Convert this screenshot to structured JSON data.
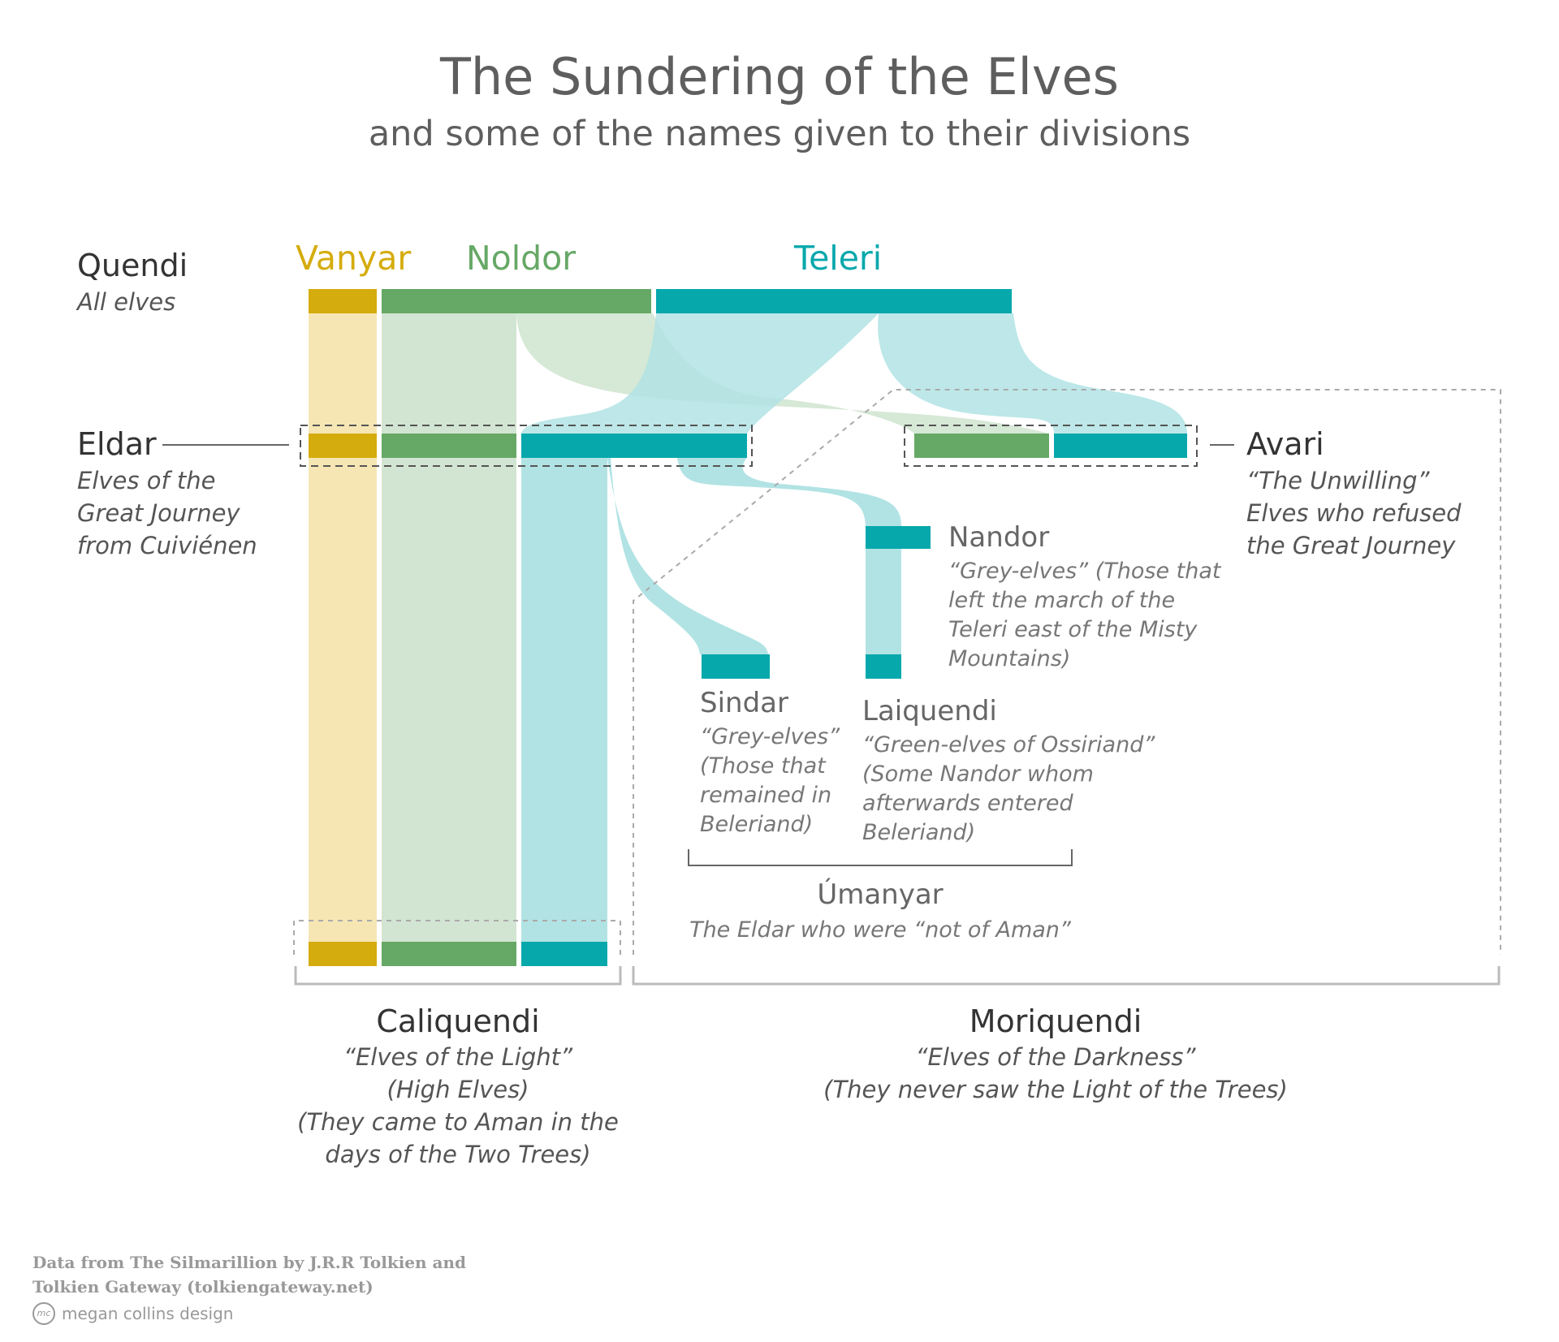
{
  "title": "The Sundering of the Elves",
  "subtitle": "and some of the names given to their divisions",
  "colors": {
    "vanyar": "#d5ac0e",
    "vanyar_light": "#f5e6b4",
    "noldor": "#66a866",
    "noldor_light": "#d2e5d2",
    "teleri": "#07a8ac",
    "teleri_light": "#b2e3e4"
  },
  "groups": {
    "vanyar": "Vanyar",
    "noldor": "Noldor",
    "teleri": "Teleri"
  },
  "quendi": {
    "name": "Quendi",
    "desc": "All elves"
  },
  "eldar": {
    "name": "Eldar",
    "desc": [
      "Elves of the",
      "Great Journey",
      "from Cuiviénen"
    ]
  },
  "avari": {
    "name": "Avari",
    "desc": [
      "“The Unwilling”",
      "Elves who refused",
      "the Great Journey"
    ]
  },
  "nandor": {
    "name": "Nandor",
    "desc": [
      "“Grey-elves” (Those that",
      "left the march of the",
      "Teleri east of the Misty",
      "Mountains)"
    ]
  },
  "sindar": {
    "name": "Sindar",
    "desc": [
      "“Grey-elves”",
      "(Those that",
      "remained in",
      "Beleriand)"
    ]
  },
  "laiquendi": {
    "name": "Laiquendi",
    "desc": [
      "“Green-elves of Ossiriand”",
      "(Some Nandor whom",
      "afterwards entered",
      "Beleriand)"
    ]
  },
  "umanyar": {
    "name": "Úmanyar",
    "desc": "The Eldar who were “not of Aman”"
  },
  "caliquendi": {
    "name": "Caliquendi",
    "desc": [
      "“Elves of the Light”",
      "(High Elves)",
      "(They came to Aman in the",
      "days of the Two Trees)"
    ]
  },
  "moriquendi": {
    "name": "Moriquendi",
    "desc": [
      "“Elves of the Darkness”",
      "(They never saw the Light of the Trees)"
    ]
  },
  "credits": [
    "Data from The Silmarillion by J.R.R Tolkien and",
    "Tolkien Gateway (tolkiengateway.net)"
  ],
  "brand": {
    "logo": "mc",
    "text": "megan collins design"
  }
}
